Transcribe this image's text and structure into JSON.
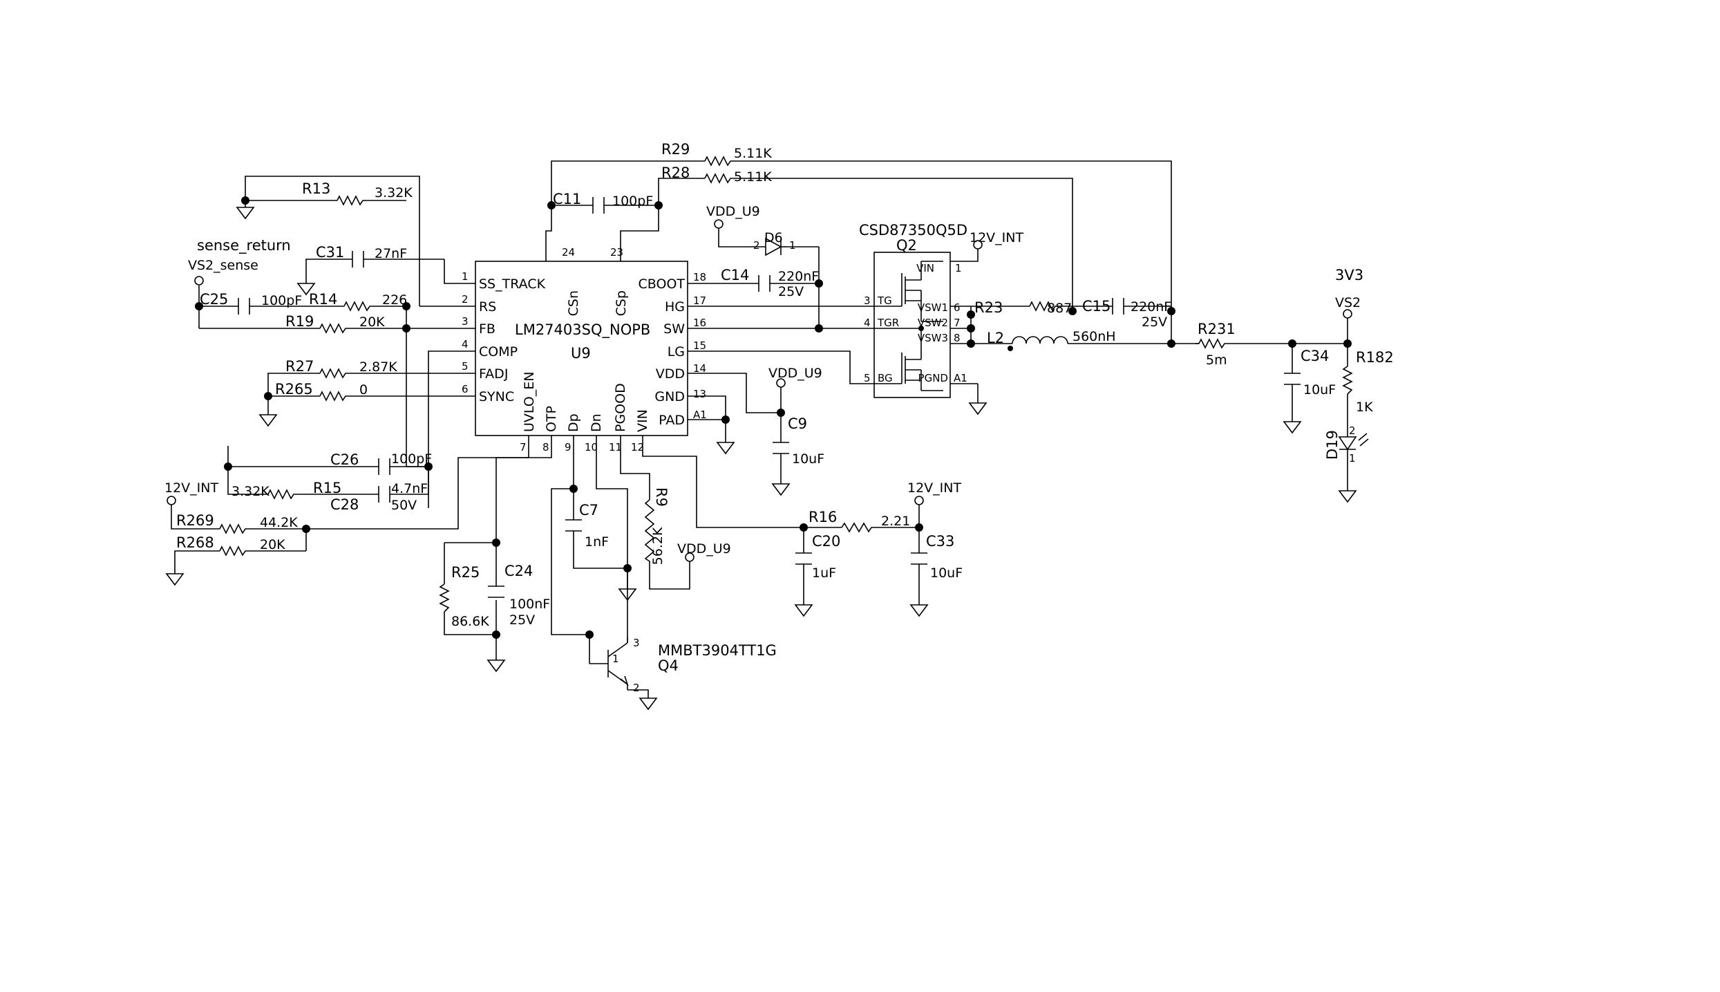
{
  "u9": {
    "part": "LM27403SQ_NOPB",
    "ref": "U9",
    "pins": {
      "ss": "SS_TRACK",
      "rs": "RS",
      "fb": "FB",
      "comp": "COMP",
      "fadj": "FADJ",
      "sync": "SYNC",
      "csn": "CSn",
      "csp": "CSp",
      "cboot": "CBOOT",
      "hg": "HG",
      "sw": "SW",
      "lg": "LG",
      "vdd": "VDD",
      "gnd": "GND",
      "pad": "PAD",
      "uvlo": "UVLO_EN",
      "otp": "OTP",
      "dp": "Dp",
      "dn": "Dn",
      "pgood": "PGOOD",
      "vin": "VIN"
    },
    "nums": {
      "n1": "1",
      "n2": "2",
      "n3": "3",
      "n4": "4",
      "n5": "5",
      "n6": "6",
      "n7": "7",
      "n8": "8",
      "n9": "9",
      "n10": "10",
      "n11": "11",
      "n12": "12",
      "n13": "13",
      "n14": "14",
      "n15": "15",
      "n16": "16",
      "n17": "17",
      "n18": "18",
      "n23": "23",
      "n24": "24",
      "a1": "A1"
    }
  },
  "q2": {
    "part": "CSD87350Q5D",
    "ref": "Q2",
    "pins": {
      "vin": "VIN",
      "tg": "TG",
      "tgr": "TGR",
      "bg": "BG",
      "vsw1": "VSW1",
      "vsw2": "VSW2",
      "vsw3": "VSW3",
      "pgnd": "PGND"
    },
    "nums": {
      "n1": "1",
      "n3": "3",
      "n4": "4",
      "n5": "5",
      "n6": "6",
      "n7": "7",
      "n8": "8",
      "a1": "A1"
    }
  },
  "q4": {
    "part": "MMBT3904TT1G",
    "ref": "Q4",
    "n1": "1",
    "n2": "2",
    "n3": "3"
  },
  "d6": {
    "ref": "D6",
    "n1": "1",
    "n2": "2"
  },
  "d19": {
    "ref": "D19",
    "n1": "1",
    "n2": "2"
  },
  "parts": {
    "r29": {
      "ref": "R29",
      "val": "5.11K"
    },
    "r28": {
      "ref": "R28",
      "val": "5.11K"
    },
    "r13": {
      "ref": "R13",
      "val": "3.32K"
    },
    "c11": {
      "ref": "C11",
      "val": "100pF"
    },
    "c31": {
      "ref": "C31",
      "val": "27nF"
    },
    "c25": {
      "ref": "C25",
      "val": "100pF"
    },
    "r14": {
      "ref": "R14",
      "val": "226"
    },
    "r19": {
      "ref": "R19",
      "val": "20K"
    },
    "r27": {
      "ref": "R27",
      "val": "2.87K"
    },
    "r265": {
      "ref": "R265",
      "val": "0"
    },
    "c26": {
      "ref": "C26",
      "val": "100pF"
    },
    "r15": {
      "ref": "R15",
      "val": "3.32K"
    },
    "c28": {
      "ref": "C28",
      "val": "4.7nF",
      "v": "50V"
    },
    "r269": {
      "ref": "R269",
      "val": "44.2K"
    },
    "r268": {
      "ref": "R268",
      "val": "20K"
    },
    "c14": {
      "ref": "C14",
      "val": "220nF",
      "v": "25V"
    },
    "c9": {
      "ref": "C9",
      "val": "10uF"
    },
    "c7": {
      "ref": "C7",
      "val": "1nF"
    },
    "r9": {
      "ref": "R9",
      "val": "56.2K"
    },
    "r25": {
      "ref": "R25",
      "val": "86.6K"
    },
    "c24": {
      "ref": "C24",
      "val": "100nF",
      "v": "25V"
    },
    "r16": {
      "ref": "R16",
      "val": "2.21"
    },
    "c20": {
      "ref": "C20",
      "val": "1uF"
    },
    "c33": {
      "ref": "C33",
      "val": "10uF"
    },
    "r23": {
      "ref": "R23",
      "val": "887"
    },
    "c15": {
      "ref": "C15",
      "val": "220nF",
      "v": "25V"
    },
    "l2": {
      "ref": "L2",
      "val": "560nH"
    },
    "r231": {
      "ref": "R231",
      "val": "5m"
    },
    "c34": {
      "ref": "C34",
      "val": "10uF"
    },
    "r182": {
      "ref": "R182",
      "val": "1K"
    }
  },
  "nets": {
    "sense_return": "sense_return",
    "vs2_sense": "VS2_sense",
    "vdd_u9": "VDD_U9",
    "v12_int": "12V_INT",
    "v3v3": "3V3",
    "vs2": "VS2"
  }
}
